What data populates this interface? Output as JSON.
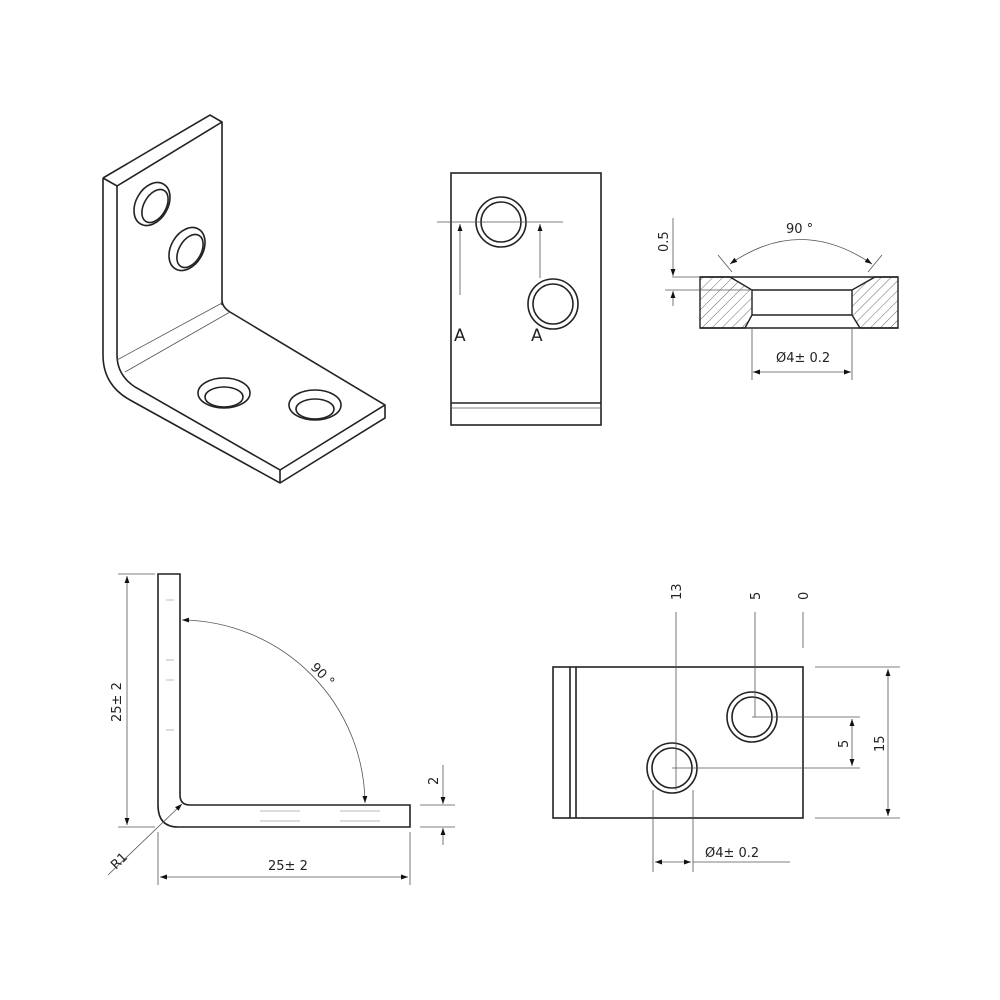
{
  "section_view": {
    "angle": "90 °",
    "depth": "0.5",
    "diameter": "Ø4± 0.2"
  },
  "front_view": {
    "section_label_left": "A",
    "section_label_right": "A"
  },
  "side_view": {
    "height": "25± 2",
    "width": "25± 2",
    "angle": "90 °",
    "thickness": "2",
    "radius": "R1"
  },
  "top_view": {
    "x_dims": [
      "13",
      "5",
      "0"
    ],
    "height": "15",
    "hole_spacing": "5",
    "diameter": "Ø4± 0.2"
  }
}
